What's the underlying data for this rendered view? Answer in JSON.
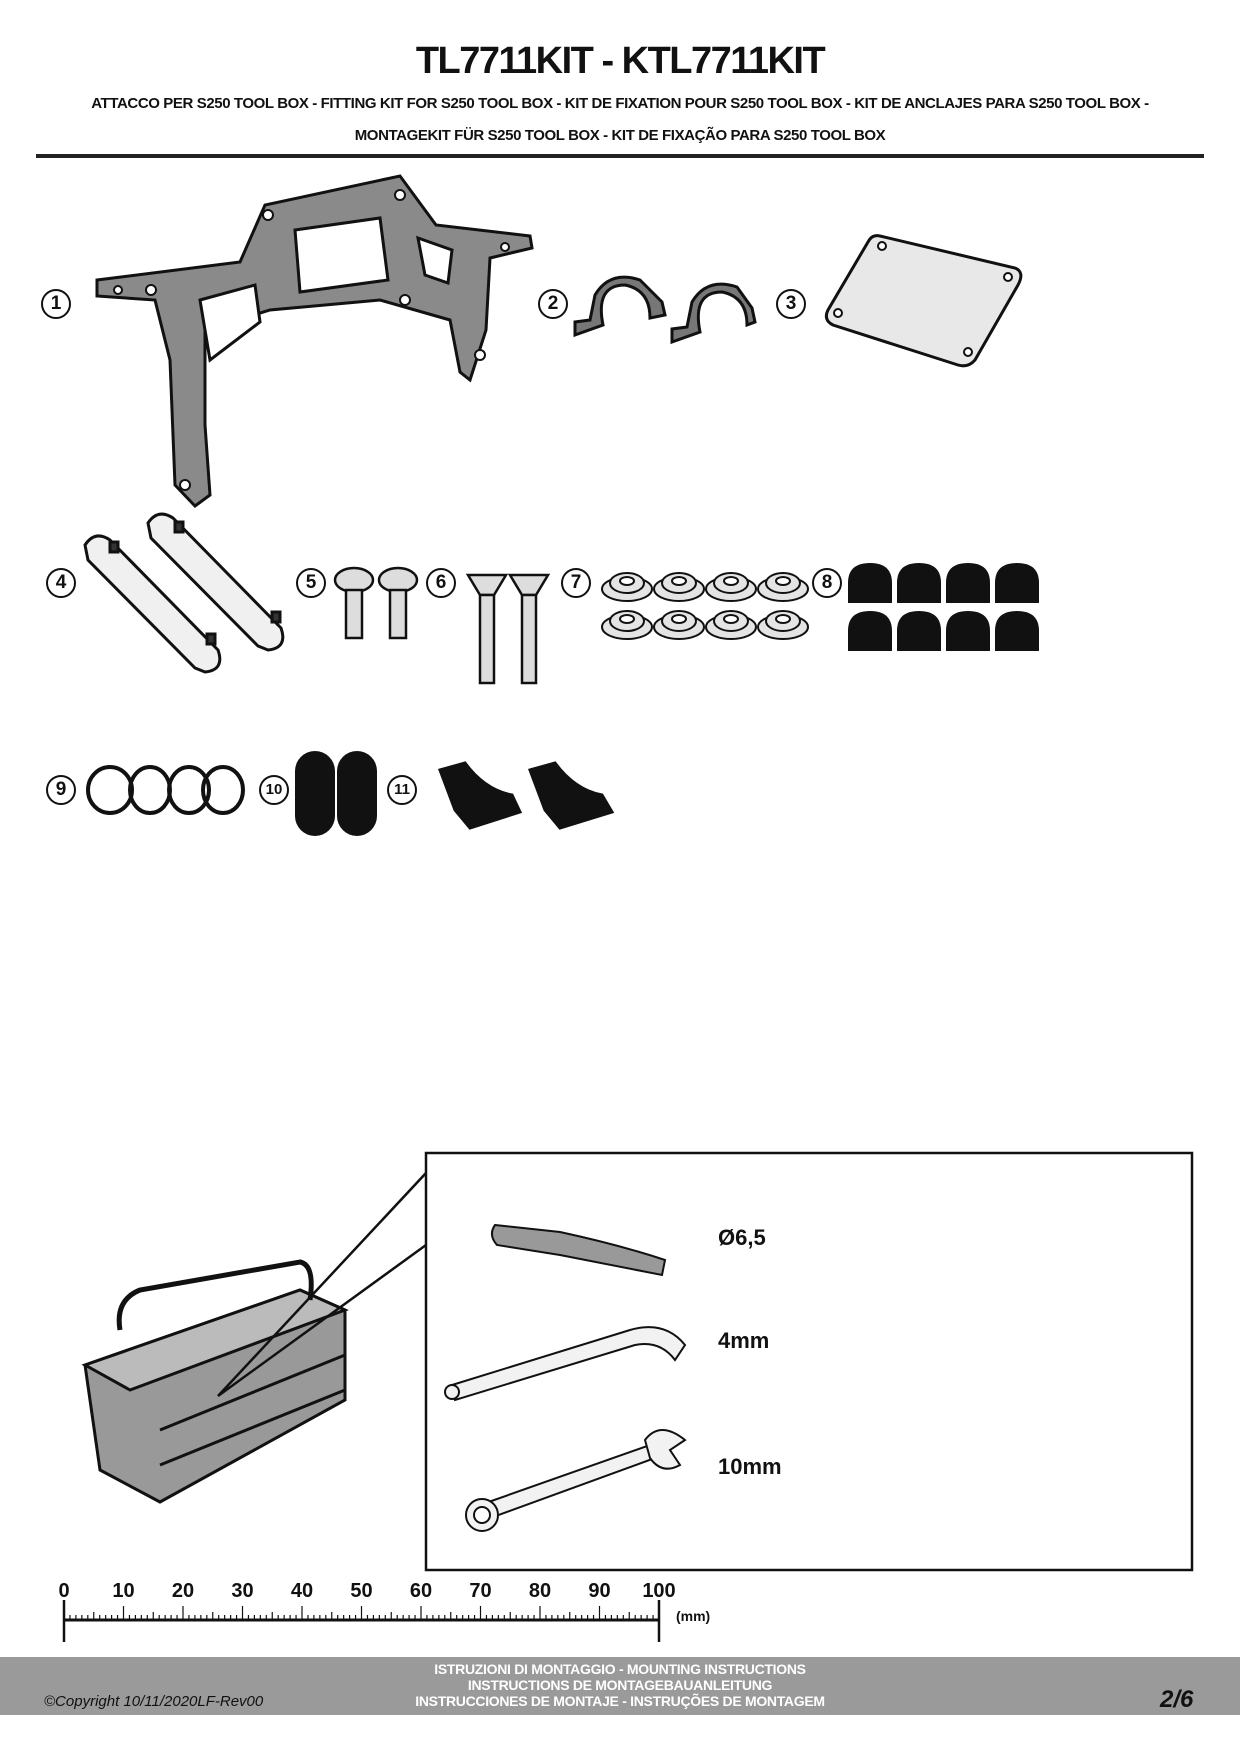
{
  "header": {
    "title": "TL7711KIT - KTL7711KIT",
    "subtitle_line1": "ATTACCO  PER S250 TOOL BOX - FITTING KIT FOR S250 TOOL BOX - KIT DE FIXATION POUR S250 TOOL BOX - KIT DE ANCLAJES PARA S250 TOOL BOX -",
    "subtitle_line2": "MONTAGEKIT FÜR S250 TOOL BOX - KIT DE FIXAÇÃO PARA S250 TOOL BOX"
  },
  "parts": [
    {
      "number": "1",
      "icon": "mounting-bracket"
    },
    {
      "number": "2",
      "icon": "pipe-clamps"
    },
    {
      "number": "3",
      "icon": "plate"
    },
    {
      "number": "4",
      "icon": "spacer-bars"
    },
    {
      "number": "5",
      "icon": "button-head-screws"
    },
    {
      "number": "6",
      "icon": "countersunk-screws"
    },
    {
      "number": "7",
      "icon": "flange-nuts"
    },
    {
      "number": "8",
      "icon": "nut-caps"
    },
    {
      "number": "9",
      "icon": "o-rings"
    },
    {
      "number": "10",
      "icon": "rubber-pads"
    },
    {
      "number": "11",
      "icon": "rubber-saddles"
    }
  ],
  "tools": [
    {
      "label": "Ø6,5",
      "icon": "drill-bit"
    },
    {
      "label": "4mm",
      "icon": "allen-key"
    },
    {
      "label": "10mm",
      "icon": "wrench"
    }
  ],
  "ruler": {
    "labels": [
      "0",
      "10",
      "20",
      "30",
      "40",
      "50",
      "60",
      "70",
      "80",
      "90",
      "100"
    ],
    "unit": "(mm)"
  },
  "footer": {
    "line1": "ISTRUZIONI DI MONTAGGIO  -  MOUNTING INSTRUCTIONS",
    "line2": "INSTRUCTIONS DE MONTAGEBAUANLEITUNG",
    "line3": "INSTRUCCIONES DE MONTAJE - INSTRUÇÕES DE MONTAGEM",
    "copyright": "©Copyright 10/11/2020LF-Rev00",
    "page": "2/6"
  }
}
